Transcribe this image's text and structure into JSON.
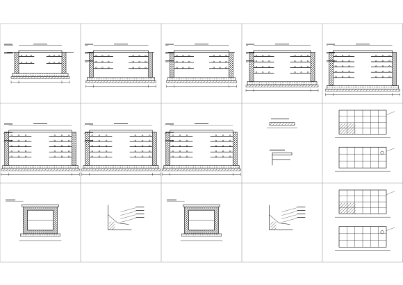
{
  "sheet": {
    "title": "",
    "grid": {
      "rows": 3,
      "cols": 5
    },
    "line_color": "#000000",
    "panel_border_color": "#9a9a9a",
    "hatch_color": "#444444"
  },
  "drawings": [
    {
      "id": "r1c1",
      "kind": "trench-section",
      "racks": 2,
      "width_units": 2,
      "caption": ""
    },
    {
      "id": "r1c2",
      "kind": "trench-section",
      "racks": 3,
      "width_units": 3,
      "caption": ""
    },
    {
      "id": "r1c3",
      "kind": "trench-section",
      "racks": 3,
      "width_units": 3,
      "caption": ""
    },
    {
      "id": "r1c4",
      "kind": "trench-section",
      "racks": 4,
      "width_units": 3,
      "caption": ""
    },
    {
      "id": "r1c5",
      "kind": "trench-section",
      "racks": 5,
      "width_units": 3,
      "caption": ""
    },
    {
      "id": "r2c1",
      "kind": "trench-section",
      "racks": 5,
      "width_units": 5,
      "caption": ""
    },
    {
      "id": "r2c2",
      "kind": "trench-section",
      "racks": 5,
      "width_units": 5,
      "caption": ""
    },
    {
      "id": "r2c3",
      "kind": "trench-section",
      "racks": 5,
      "width_units": 5,
      "caption": ""
    },
    {
      "id": "r2c4",
      "kind": "bracket-detail",
      "caption": ""
    },
    {
      "id": "r2c5",
      "kind": "plan-grids",
      "caption": ""
    },
    {
      "id": "r3c1",
      "kind": "pit-section",
      "caption": ""
    },
    {
      "id": "r3c2",
      "kind": "joint-detail",
      "caption": ""
    },
    {
      "id": "r3c3",
      "kind": "pit-section",
      "caption": ""
    },
    {
      "id": "r3c4",
      "kind": "joint-detail",
      "caption": ""
    },
    {
      "id": "r3c5",
      "kind": "plan-grids",
      "caption": ""
    }
  ]
}
